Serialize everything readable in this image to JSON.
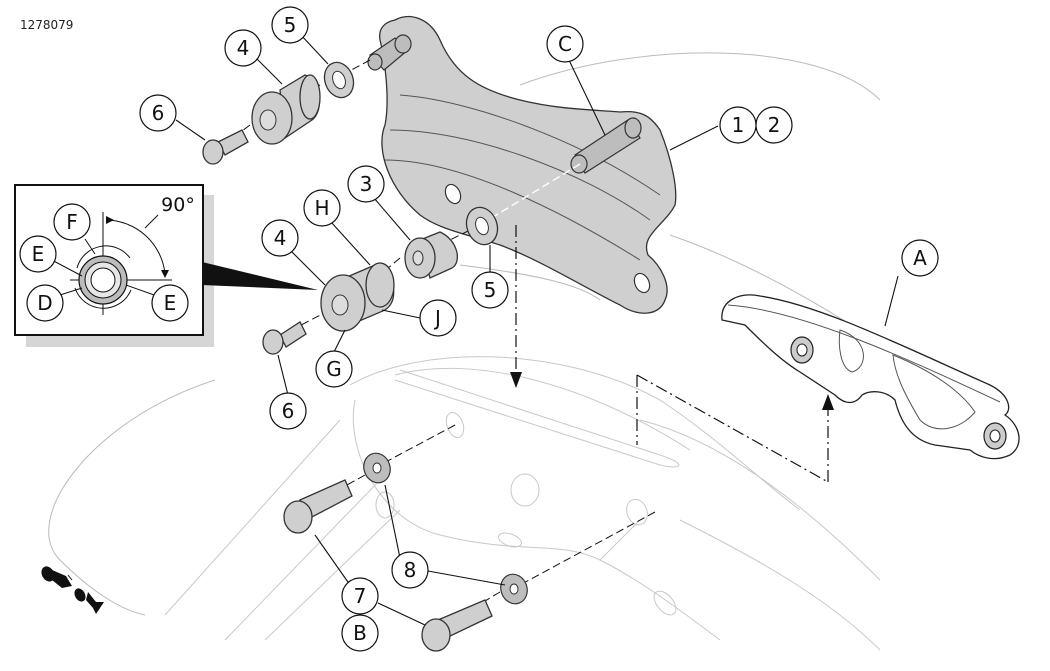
{
  "document": {
    "figure_id": "1278079",
    "type": "exploded assembly diagram"
  },
  "callouts": {
    "c1": "1",
    "c2": "2",
    "c3": "3",
    "c4_top": "4",
    "c4_mid": "4",
    "c5_top": "5",
    "c5_mid": "5",
    "c6_top": "6",
    "c6_bottom": "6",
    "c7": "7",
    "c8": "8",
    "cA": "A",
    "cB": "B",
    "cC": "C",
    "cG": "G",
    "cH": "H",
    "cJ": "J"
  },
  "detail_view": {
    "angle_label": "90°",
    "labels": {
      "F": "F",
      "E_left": "E",
      "D": "D",
      "E_right": "E"
    }
  },
  "orientation_icon": "motorcycle-direction-icon"
}
